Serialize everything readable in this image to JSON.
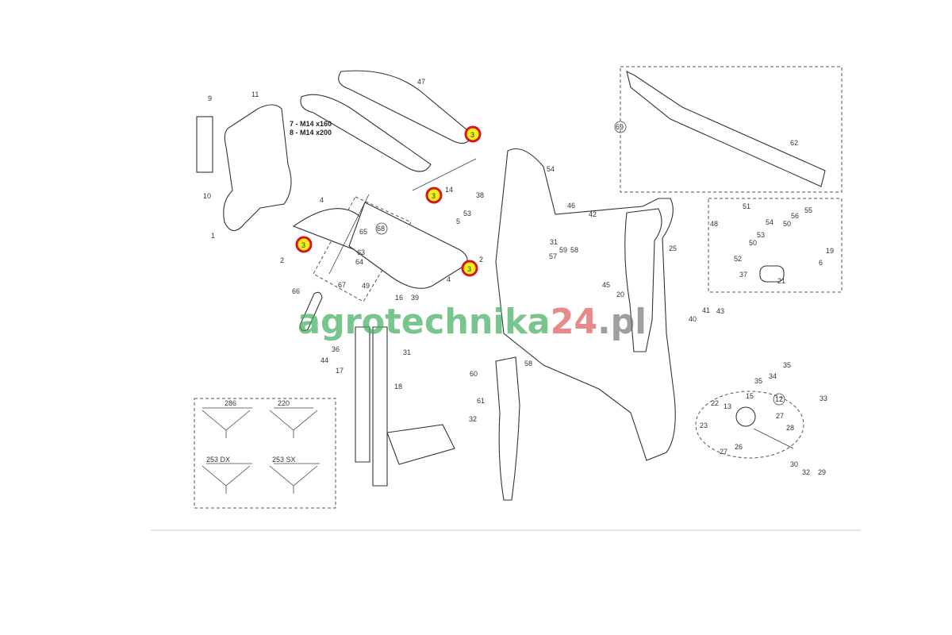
{
  "diagram": {
    "callouts": [
      "9",
      "11",
      "10",
      "1",
      "47",
      "14",
      "4",
      "65",
      "63",
      "64",
      "67",
      "49",
      "66",
      "2",
      "38",
      "53",
      "5",
      "2",
      "4",
      "54",
      "46",
      "42",
      "31",
      "57",
      "59",
      "58",
      "25",
      "45",
      "20",
      "41",
      "43",
      "40",
      "62",
      "51",
      "48",
      "54",
      "53",
      "50",
      "56",
      "55",
      "50",
      "19",
      "6",
      "52",
      "37",
      "21",
      "16",
      "39",
      "36",
      "31",
      "44",
      "17",
      "18",
      "60",
      "58",
      "61",
      "32",
      "35",
      "34",
      "35",
      "15",
      "22",
      "13",
      "27",
      "23",
      "28",
      "26",
      "27",
      "33",
      "30",
      "32",
      "29"
    ],
    "circled_callouts": [
      "68",
      "69",
      "12"
    ],
    "highlighted_callouts": [
      "3",
      "3",
      "3",
      "3"
    ],
    "bolt_specs": [
      "7 - M14 x160",
      "8 - M14 x200"
    ],
    "inset_dimensions": [
      "286",
      "220",
      "253 DX",
      "253 SX"
    ],
    "highlight_colors": {
      "ring": "#d9141b",
      "fill": "#f5f01a"
    },
    "watermark": {
      "part1": "agrotechnika",
      "part2": "24",
      "part3": ".pl",
      "color1": "#3fae5e",
      "color2": "#e05a5a",
      "color3": "#777777"
    }
  }
}
